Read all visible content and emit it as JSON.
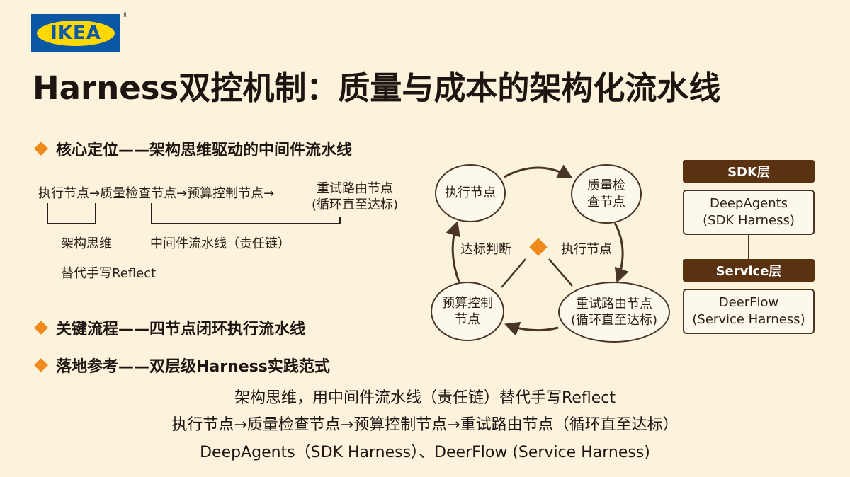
{
  "logo": {
    "text": "IKEA",
    "registered": "®"
  },
  "title": "Harness双控机制：质量与成本的架构化流水线",
  "bullets": [
    "核心定位——架构思维驱动的中间件流水线",
    "关键流程——四节点闭环执行流水线",
    "落地参考——双层级Harness实践范式"
  ],
  "flow": {
    "chain": "执行节点→质量检查节点→预算控制节点→",
    "retry_line1": "重试路由节点",
    "retry_line2": "(循环直至达标)",
    "label_arch": "架构思维",
    "label_middleware": "中间件流水线（责任链）",
    "label_replace": "替代手写Reflect"
  },
  "cycle": {
    "node_exec": "执行节点",
    "node_quality_l1": "质量检",
    "node_quality_l2": "查节点",
    "node_budget_l1": "预算控制",
    "node_budget_l2": "节点",
    "node_retry_l1": "重试路由节点",
    "node_retry_l2": "(循环直至达标)",
    "label_judge": "达标判断",
    "label_exec": "执行节点",
    "accent_color": "#f08a1c"
  },
  "layers": {
    "sdk_head": "SDK层",
    "sdk_l1": "DeepAgents",
    "sdk_l2": "(SDK Harness)",
    "service_head": "Service层",
    "service_l1": "DeerFlow",
    "service_l2": "(Service Harness)"
  },
  "summary": [
    "架构思维，用中间件流水线（责任链）替代手写Reflect",
    "执行节点→质量检查节点→预算控制节点→重试路由节点（循环直至达标）",
    "DeepAgents（SDK Harness）、DeerFlow (Service Harness)"
  ]
}
